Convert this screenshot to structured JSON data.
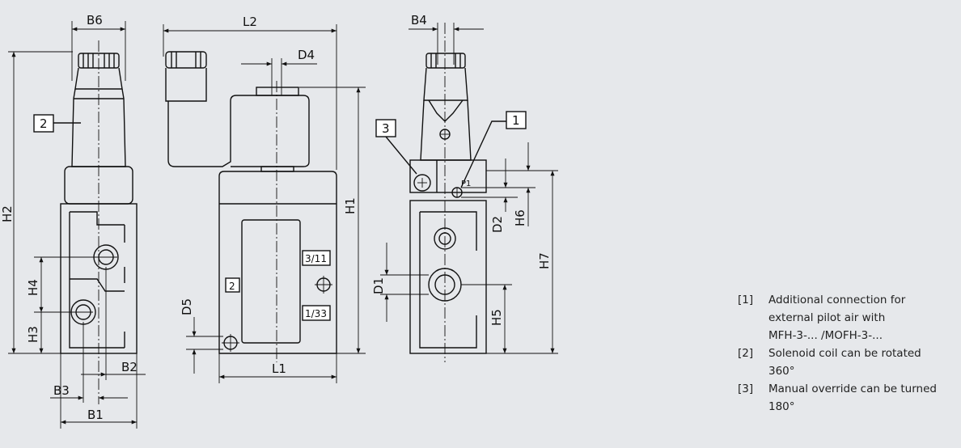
{
  "dimensions": {
    "B6": "B6",
    "L2": "L2",
    "B4": "B4",
    "D4": "D4",
    "H2": "H2",
    "H1": "H1",
    "H4": "H4",
    "H3": "H3",
    "B2": "B2",
    "B3": "B3",
    "B1": "B1",
    "D5": "D5",
    "L1": "L1",
    "D2": "D2",
    "H6": "H6",
    "H7": "H7",
    "D1": "D1",
    "H5": "H5",
    "P1": "P1"
  },
  "port_labels": {
    "port_311": "3/11",
    "port_133": "1/33",
    "port_2": "2"
  },
  "callouts": {
    "c1": "1",
    "c2": "2",
    "c3": "3"
  },
  "notes": [
    {
      "num": "[1]",
      "lines": [
        "Additional connection for",
        "external pilot air with",
        "MFH-3-... /MOFH-3-..."
      ]
    },
    {
      "num": "[2]",
      "lines": [
        "Solenoid coil can be rotated",
        "360°"
      ]
    },
    {
      "num": "[3]",
      "lines": [
        "Manual override can be turned",
        "180°"
      ]
    }
  ]
}
